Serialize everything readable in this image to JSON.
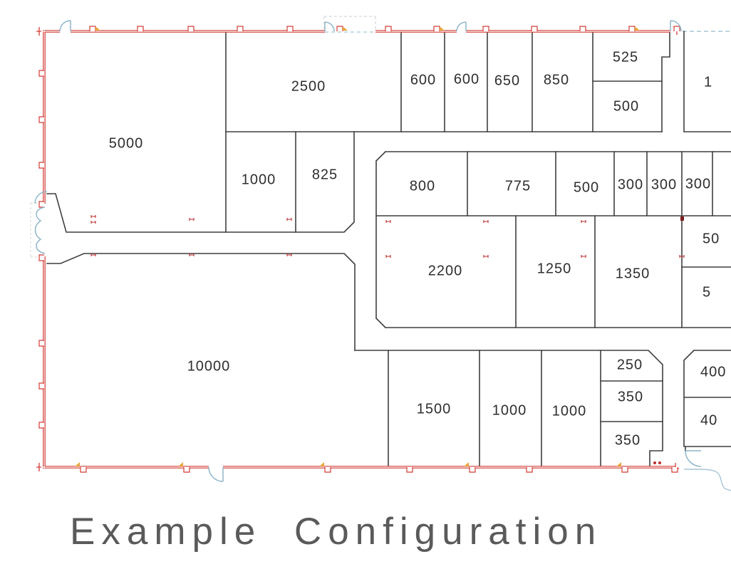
{
  "drawing": {
    "title": "Example Configuration"
  },
  "rooms": {
    "r5000": "5000",
    "r2500": "2500",
    "r1000_top": "1000",
    "r825": "825",
    "r600_a": "600",
    "r600_b": "600",
    "r650": "650",
    "r850": "850",
    "r525": "525",
    "r500_top": "500",
    "r1_partial": "1",
    "r800": "800",
    "r775": "775",
    "r500_mid": "500",
    "r300_a": "300",
    "r300_b": "300",
    "r300_c": "300",
    "r2200": "2200",
    "r1250": "1250",
    "r1350": "1350",
    "r50_partial": "50",
    "r5_partial": "5",
    "r10000": "10000",
    "r1500": "1500",
    "r1000_bottom_a": "1000",
    "r1000_bottom_b": "1000",
    "r250": "250",
    "r350_a": "350",
    "r350_b": "350",
    "r400_partial": "400",
    "r40_partial": "40"
  },
  "colors": {
    "exterior_wall": "#d23c36",
    "interior_wall": "#3f3f3f",
    "door": "#8fb6c9",
    "accent": "#e8a33d",
    "marker": "#bd2b2b",
    "dashed": "#c9ccd1",
    "label_text": "#2e2e2e",
    "title_text": "#5a5a5a"
  }
}
